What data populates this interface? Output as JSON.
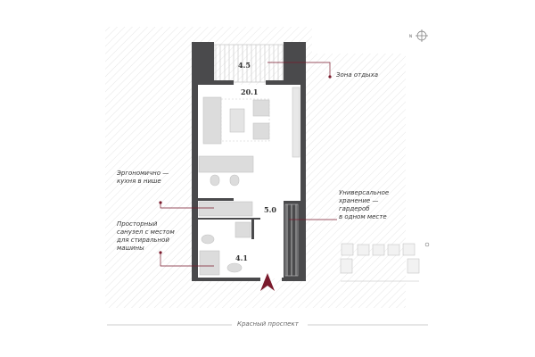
{
  "rooms": {
    "balcony_area": "4.5",
    "living_area": "20.1",
    "hall_area": "5.0",
    "bath_area": "4.1"
  },
  "annotations": {
    "rest_zone": "Зона отдыха",
    "kitchen": [
      "Эргономично —",
      "кухня в нише"
    ],
    "bathroom": [
      "Просторный",
      "санузел с местом",
      "для стиральной",
      "машины"
    ],
    "storage": [
      "Универсальное",
      "хранение —",
      "гардероб",
      "в одном месте"
    ]
  },
  "street": "Красный проспект",
  "compass_label": "N",
  "colors": {
    "wall": "#4a4a4c",
    "accent": "#7a1a2c",
    "furniture": "#d9d9d9",
    "hatch": "#ececec"
  }
}
